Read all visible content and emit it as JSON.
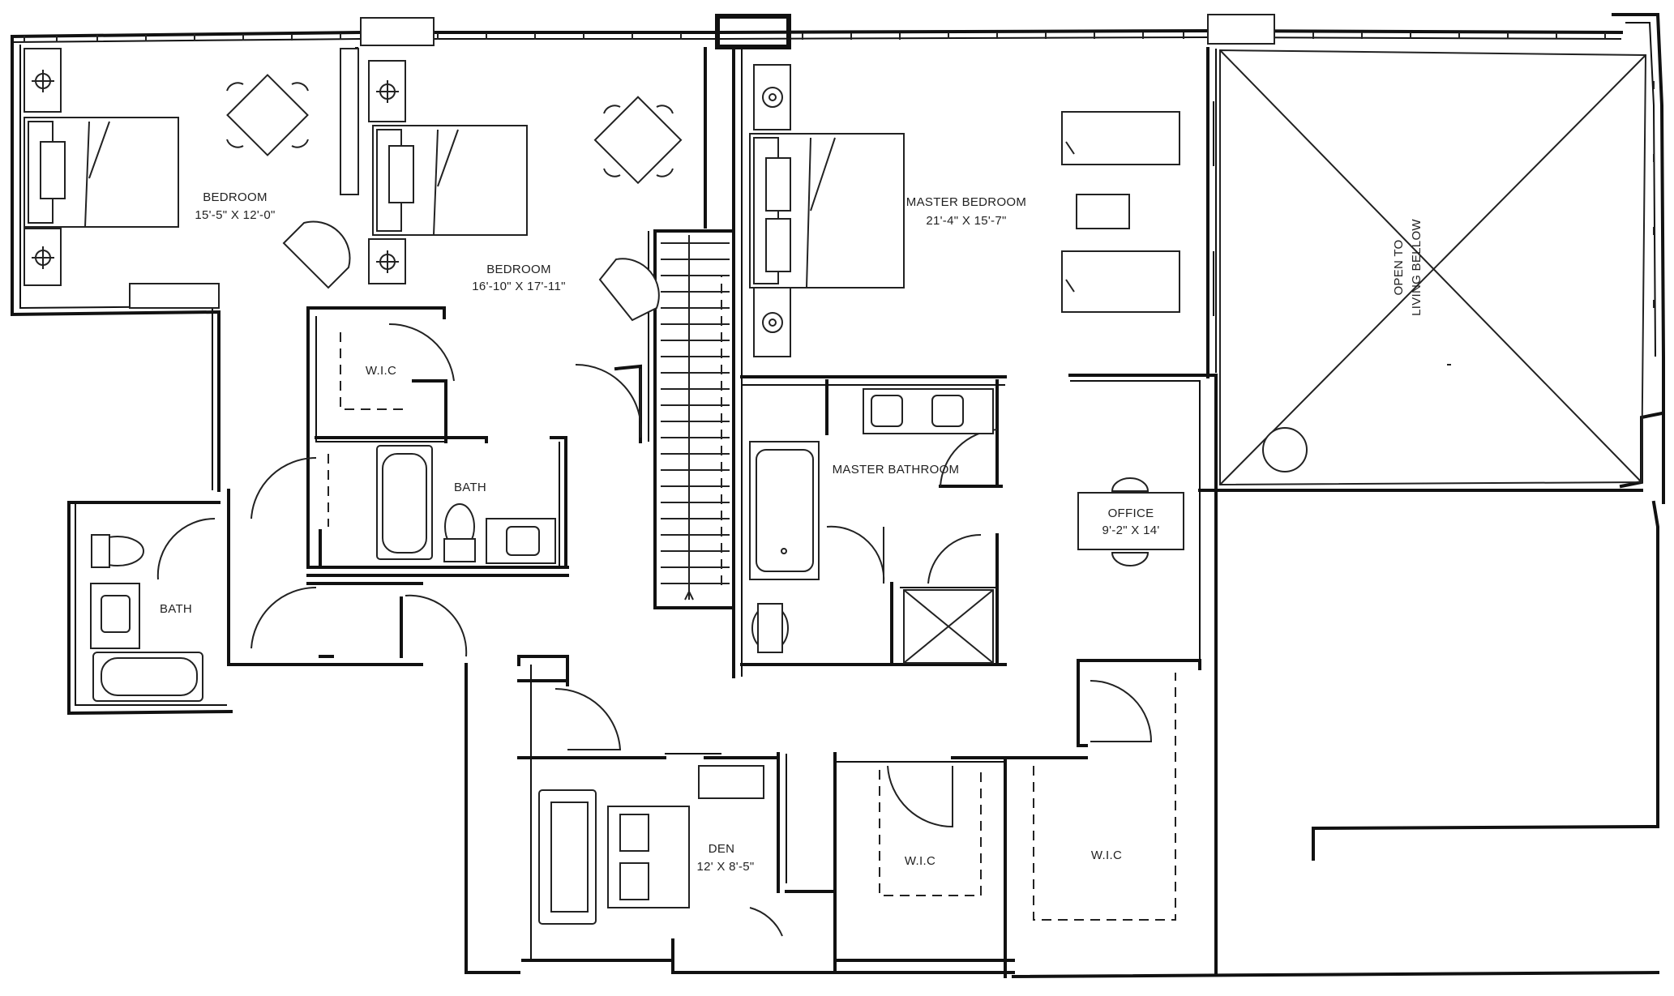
{
  "rooms": {
    "bedroom_1": {
      "name": "BEDROOM",
      "size": "15'-5\" X 12'-0\""
    },
    "bedroom_2": {
      "name": "BEDROOM",
      "size": "16'-10\" X 17'-11\""
    },
    "master_bedroom": {
      "name": "MASTER BEDROOM",
      "size": "21'-4\" X 15'-7\""
    },
    "wic_1": {
      "name": "W.I.C"
    },
    "bath_1": {
      "name": "BATH"
    },
    "bath_2": {
      "name": "BATH"
    },
    "master_bathroom": {
      "name": "MASTER BATHROOM"
    },
    "office": {
      "name": "OFFICE",
      "size": "9'-2\" X 14'"
    },
    "open_to_below": {
      "line1": "OPEN TO",
      "line2": "LIVING BELLOW"
    },
    "den": {
      "name": "DEN",
      "size": "12' X 8'-5\""
    },
    "wic_2": {
      "name": "W.I.C"
    },
    "wic_3": {
      "name": "W.I.C"
    }
  }
}
